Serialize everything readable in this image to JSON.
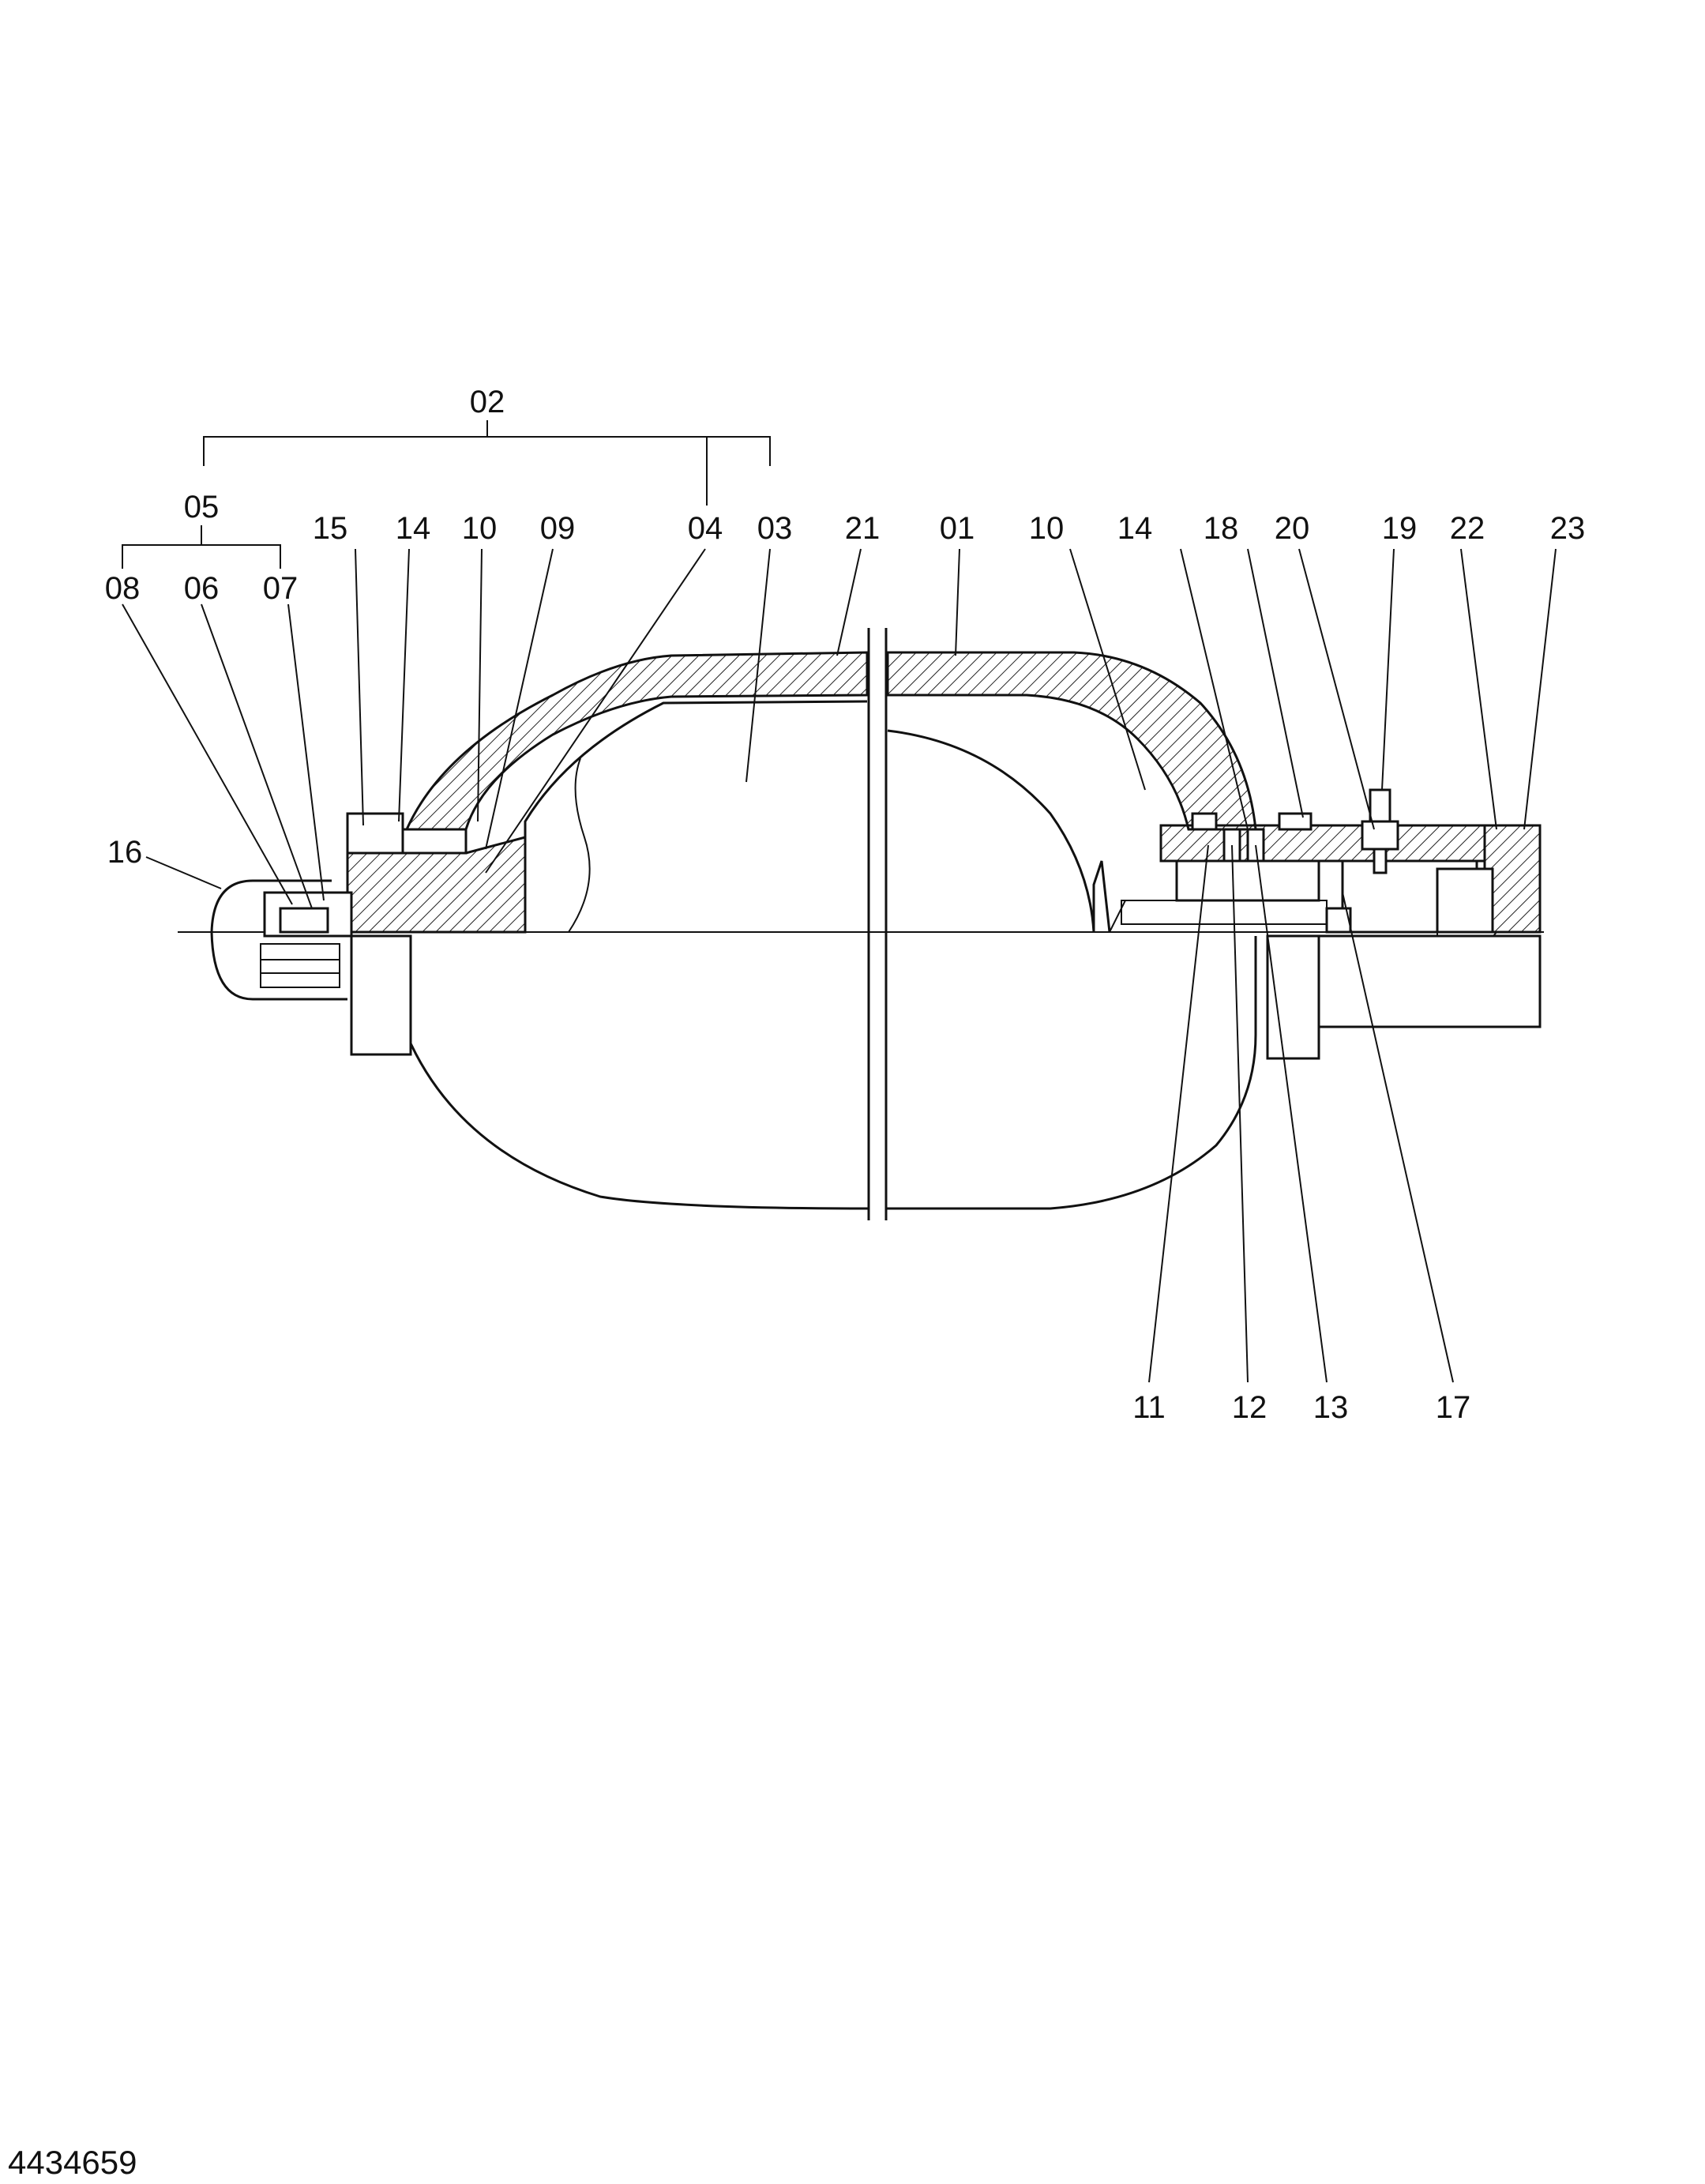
{
  "diagram": {
    "callouts_top_group": [
      "02",
      "05"
    ],
    "callouts_top_row": [
      "15",
      "14",
      "10",
      "09",
      "04",
      "03",
      "21",
      "01",
      "10",
      "14",
      "18",
      "20",
      "19",
      "22",
      "23"
    ],
    "callouts_sub_row": [
      "08",
      "06",
      "07"
    ],
    "callouts_side": [
      "16"
    ],
    "callouts_bottom": [
      "11",
      "12",
      "13",
      "17"
    ],
    "document_number": "4434659"
  }
}
